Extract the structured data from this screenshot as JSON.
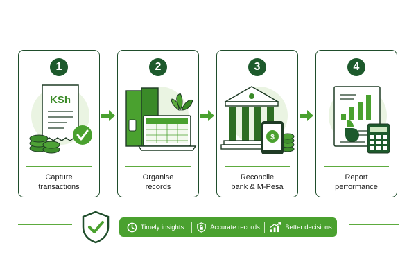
{
  "steps": [
    {
      "number": "1",
      "title_line1": "Capture",
      "title_line2": "transactions",
      "receipt_text": "KSh"
    },
    {
      "number": "2",
      "title_line1": "Organise",
      "title_line2": "records"
    },
    {
      "number": "3",
      "title_line1": "Reconcile",
      "title_line2": "bank & M-Pesa"
    },
    {
      "number": "4",
      "title_line1": "Report",
      "title_line2": "performance"
    }
  ],
  "benefits": [
    {
      "label": "Timely insights",
      "icon": "clock-icon"
    },
    {
      "label": "Accurate records",
      "icon": "lock-icon"
    },
    {
      "label": "Better decisions",
      "icon": "growth-chart-icon"
    }
  ],
  "colors": {
    "dark_green": "#1d5a2c",
    "accent_green": "#5dab3e",
    "pill_green": "#4aa12f",
    "pale_green": "#eaf4e2"
  }
}
